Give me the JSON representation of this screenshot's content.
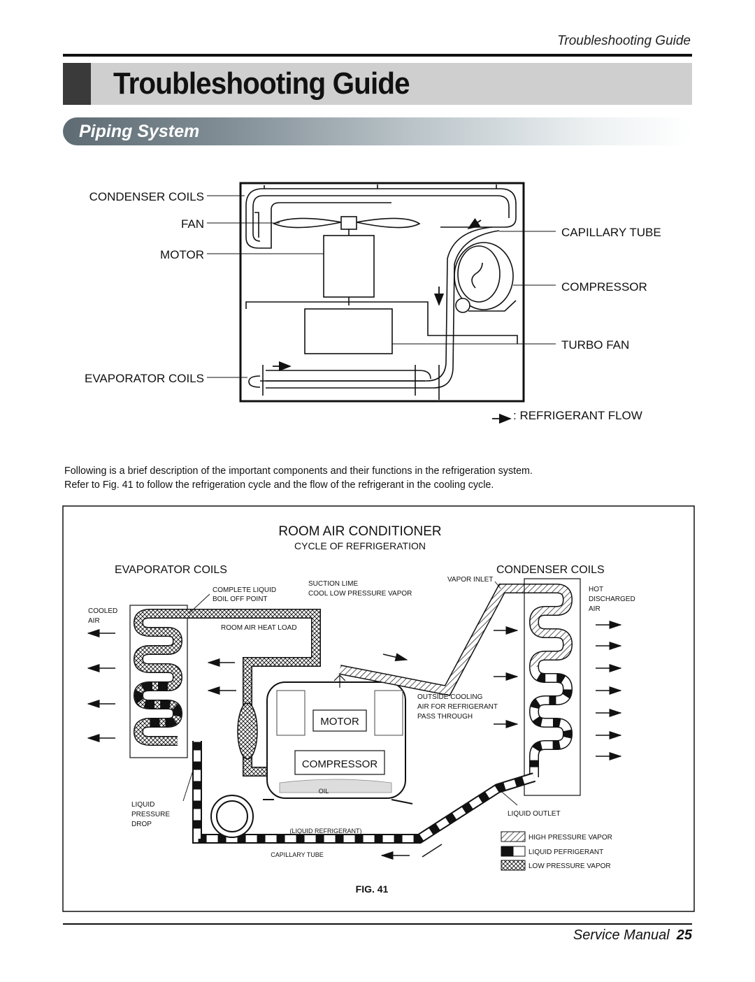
{
  "header": {
    "running_title": "Troubleshooting Guide",
    "title": "Troubleshooting Guide",
    "section": "Piping System"
  },
  "fig_top": {
    "labels": {
      "condenser_coils": "CONDENSER  COILS",
      "fan": "FAN",
      "motor": "MOTOR",
      "evaporator_coils": "EVAPORATOR  COILS",
      "capillary_tube": "CAPILLARY  TUBE",
      "compressor": "COMPRESSOR",
      "turbo_fan": "TURBO FAN",
      "refrigerant_flow": ": REFRIGERANT FLOW"
    }
  },
  "intro": {
    "line1": "Following is a brief description of the important components and their functions in the refrigeration system.",
    "line2": "Refer to Fig. 41 to follow the refrigeration cycle and the flow of the refrigerant in the cooling cycle."
  },
  "fig41": {
    "title": "ROOM AIR CONDITIONER",
    "subtitle": "CYCLE OF REFRIGERATION",
    "evaporator_coils": "EVAPORATOR COILS",
    "condenser_coils": "CONDENSER COILS",
    "complete_liquid_1": "COMPLETE LIQUID",
    "complete_liquid_2": "BOIL OFF POINT",
    "suction_1": "SUCTION LIME",
    "suction_2": "COOL LOW PRESSURE VAPOR",
    "vapor_inlet": "VAPOR INLET",
    "hot_1": "HOT",
    "hot_2": "DISCHARGED",
    "hot_3": "AIR",
    "cooled_1": "COOLED",
    "cooled_2": "AIR",
    "room_air_heat_load": "ROOM AIR HEAT LOAD",
    "outside_1": "OUTSIDE COOLING",
    "outside_2": "AIR FOR REFRIGERANT",
    "outside_3": "PASS THROUGH",
    "motor": "MOTOR",
    "compressor": "COMPRESSOR",
    "oil": "OIL",
    "liquid_pressure_1": "LIQUID",
    "liquid_pressure_2": "PRESSURE",
    "liquid_pressure_3": "DROP",
    "liquid_refrigerant": "(LIQUID REFRIGERANT)",
    "capillary_tube": "CAPILLARY TUBE",
    "liquid_outlet": "LIQUID OUTLET",
    "legend": [
      "HIGH PRESSURE VAPOR",
      "LIQUID PEFRIGERANT",
      "LOW PRESSURE VAPOR"
    ],
    "caption": "FIG. 41"
  },
  "footer": {
    "label": "Service Manual",
    "page": "25"
  }
}
